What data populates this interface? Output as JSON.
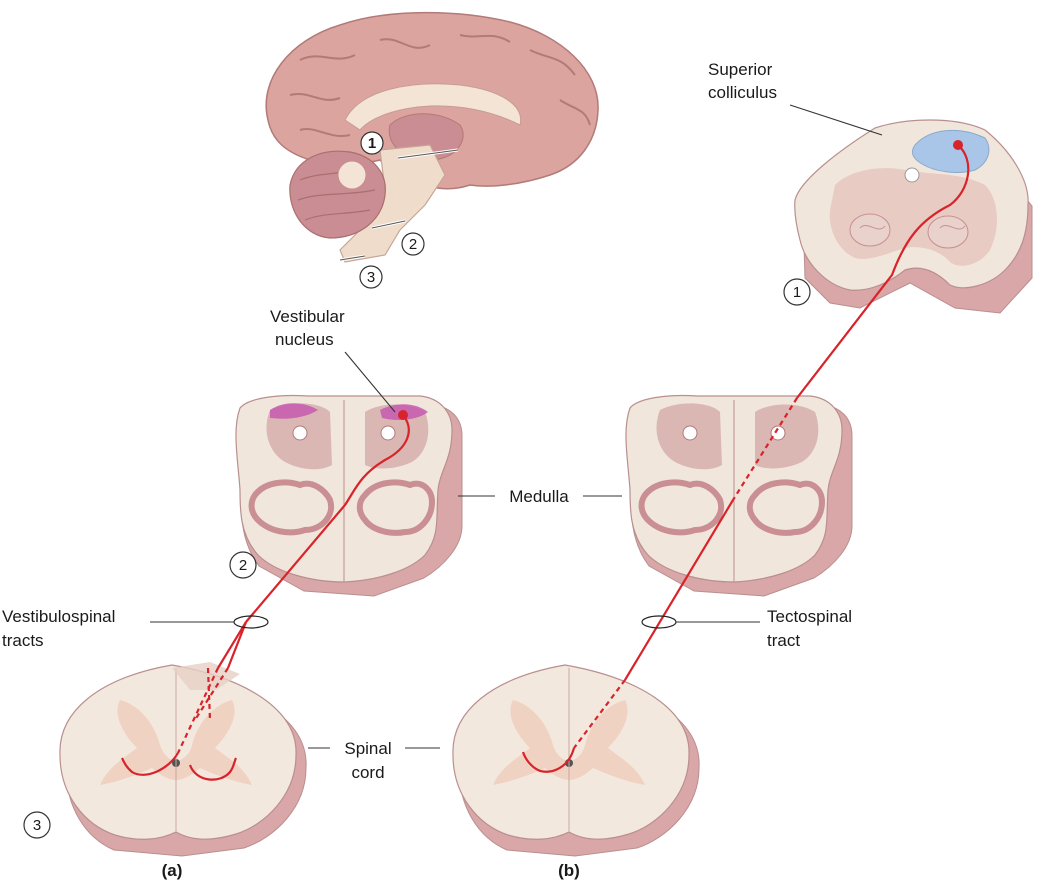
{
  "labels": {
    "superior_colliculus_line1": "Superior",
    "superior_colliculus_line2": "colliculus",
    "vestibular_nucleus_line1": "Vestibular",
    "vestibular_nucleus_line2": "nucleus",
    "medulla": "Medulla",
    "vestibulospinal_line1": "Vestibulospinal",
    "vestibulospinal_line2": "tracts",
    "tectospinal_line1": "Tectospinal",
    "tectospinal_line2": "tract",
    "spinal_cord_line1": "Spinal",
    "spinal_cord_line2": "cord"
  },
  "panels": {
    "a": "(a)",
    "b": "(b)"
  },
  "level_markers": {
    "brain_1": "1",
    "brain_2": "2",
    "brain_3": "3",
    "midbrain": "1",
    "medulla_a": "2",
    "spinal_a": "3"
  },
  "colors": {
    "tract": "#d8232a",
    "superior_colliculus": "#a9c6e8",
    "vestibular_nucleus": "#c65bb0",
    "tissue": "#f1e6dc",
    "brain": "#dba49f"
  }
}
